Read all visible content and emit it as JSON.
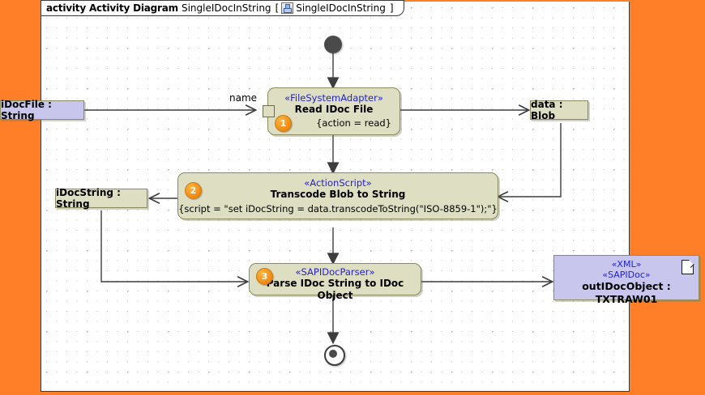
{
  "diagram": {
    "background_color": "#FF7F28",
    "frame_background": "#ffffff",
    "header": {
      "keyword": "activity",
      "type_label": "Activity Diagram",
      "name": "SingleIDocInString",
      "bracket_open": "[",
      "bracket_close": "]",
      "qualified_name": "SingleIDocInString",
      "icon": "activity-diagram-icon"
    },
    "palette": {
      "action_fill": "#dedec3",
      "action_border": "#8a8a5e",
      "object_fill": "#dedec3",
      "xml_fill": "#c9c6ee",
      "stereotype_text": "#2222cc",
      "badge_fill": "#ef8a12",
      "edge_color": "#3d3d3d"
    },
    "nodes": [
      {
        "id": "initial",
        "kind": "initial-node",
        "label": ""
      },
      {
        "id": "action1",
        "kind": "action-node",
        "badge": "1",
        "stereotype": "«FileSystemAdapter»",
        "name": "Read IDoc File",
        "property": "{action = read}",
        "pin_label": "name"
      },
      {
        "id": "action2",
        "kind": "action-node",
        "badge": "2",
        "stereotype": "«ActionScript»",
        "name": "Transcode Blob to String",
        "property": "{script = \"set iDocString = data.transcodeToString(\"ISO-8859-1\");\"}"
      },
      {
        "id": "action3",
        "kind": "action-node",
        "badge": "3",
        "stereotype": "«SAPIDocParser»",
        "name": "Parse IDoc String to IDoc Object",
        "property": ""
      },
      {
        "id": "obj_idocfile",
        "kind": "object-node",
        "label": "iDocFile : String",
        "fill": "#c9c6ee"
      },
      {
        "id": "obj_data",
        "kind": "object-node",
        "label": "data : Blob",
        "fill": "#dedec3"
      },
      {
        "id": "obj_idocstring",
        "kind": "object-node",
        "label": "iDocString : String",
        "fill": "#dedec3"
      },
      {
        "id": "obj_outidoc",
        "kind": "object-node-xml",
        "stereotype1": "«XML»",
        "stereotype2": "«SAPIDoc»",
        "label": "outIDocObject : TXTRAW01",
        "fill": "#c9c6ee",
        "icon": "document-icon"
      },
      {
        "id": "final",
        "kind": "final-node",
        "label": ""
      }
    ],
    "edges": [
      {
        "from": "initial",
        "to": "action1"
      },
      {
        "from": "obj_idocfile",
        "to": "action1"
      },
      {
        "from": "action1",
        "to": "obj_data"
      },
      {
        "from": "obj_data",
        "to": "action2"
      },
      {
        "from": "action1",
        "to": "action2"
      },
      {
        "from": "action2",
        "to": "obj_idocstring"
      },
      {
        "from": "obj_idocstring",
        "to": "action3"
      },
      {
        "from": "action2",
        "to": "action3"
      },
      {
        "from": "action3",
        "to": "obj_outidoc"
      },
      {
        "from": "action3",
        "to": "final"
      }
    ]
  }
}
